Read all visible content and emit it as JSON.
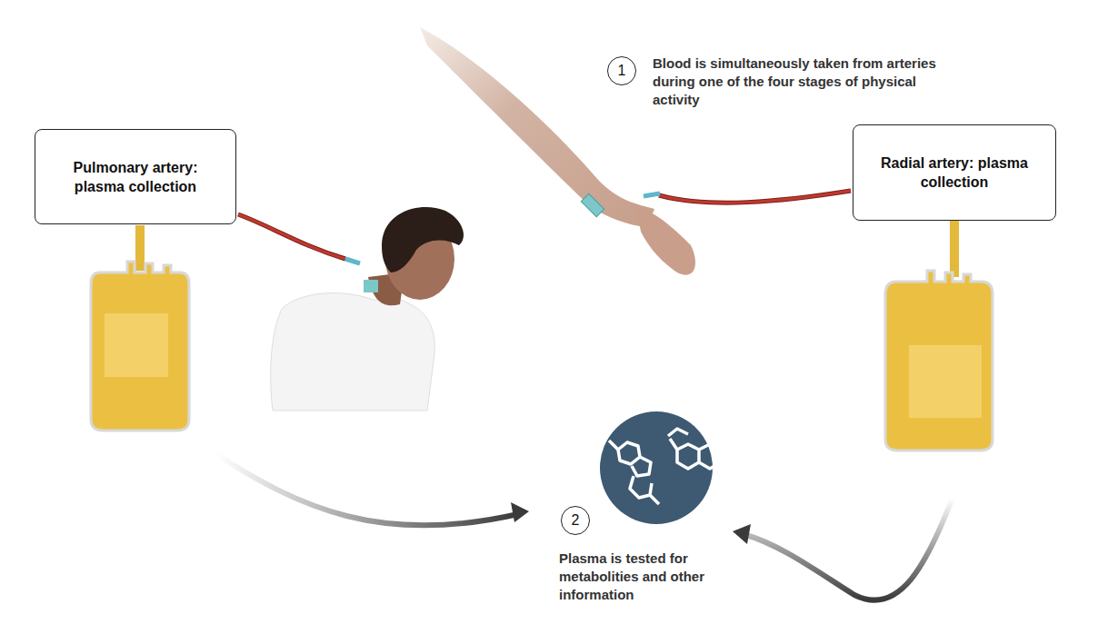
{
  "diagram": {
    "nodes": [
      {
        "text": [
          "Pulmonary artery: plasma collection"
        ]
      },
      {
        "text": [
          "Radial artery: plasma collection"
        ]
      },
      {
        "text": [
          "1"
        ]
      },
      {
        "text": [
          "2"
        ]
      }
    ],
    "labels": [
      "Blood is simultaneously taken from arteries during one of the four stages of physical activity",
      "Plasma is tested for metabolities and other information"
    ]
  }
}
